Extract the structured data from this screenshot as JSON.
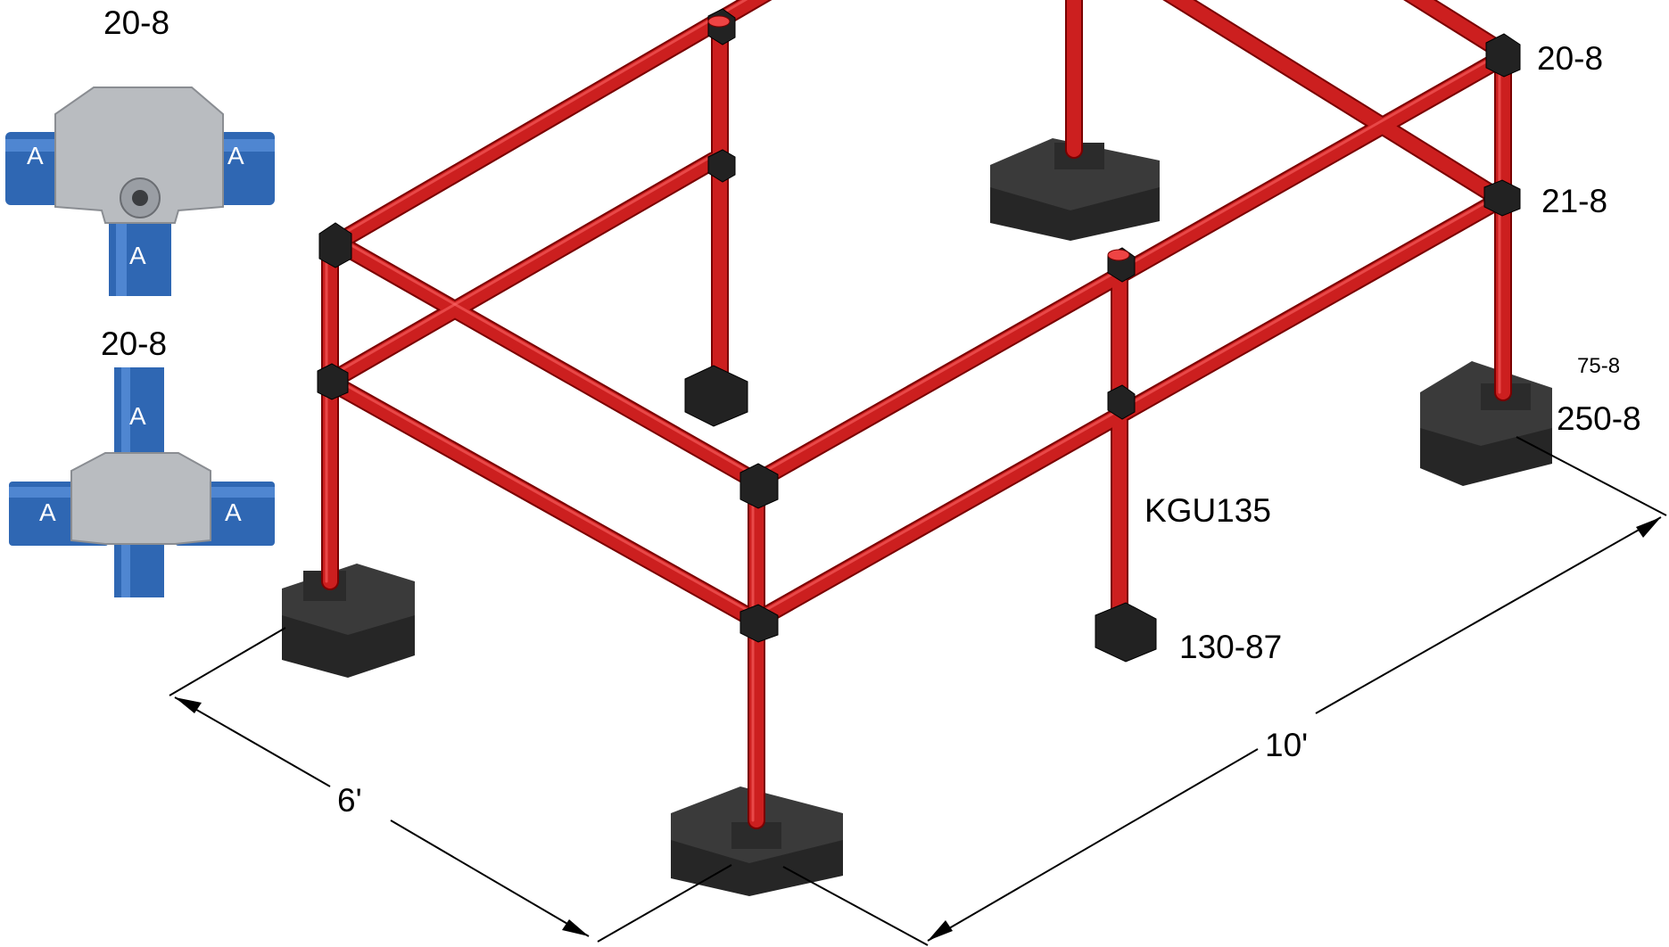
{
  "thumbnails": [
    {
      "label": "20-8",
      "pipe_letters": [
        "A",
        "A",
        "A"
      ]
    },
    {
      "label": "20-8",
      "pipe_letters": [
        "A",
        "A",
        "A"
      ]
    }
  ],
  "callouts": {
    "top_right_elbow": "20-8",
    "right_tee": "21-8",
    "small_code": "75-8",
    "base": "250-8",
    "gate": "KGU135",
    "floor_flange": "130-87"
  },
  "dimensions": {
    "width": "6'",
    "length": "10'"
  },
  "colors": {
    "pipe": "#cc1f1f",
    "fitting": "#222222",
    "base": "#3a3a3a",
    "thumbnail_pipe": "#2f67b3",
    "thumbnail_fitting": "#b9bcc0"
  }
}
